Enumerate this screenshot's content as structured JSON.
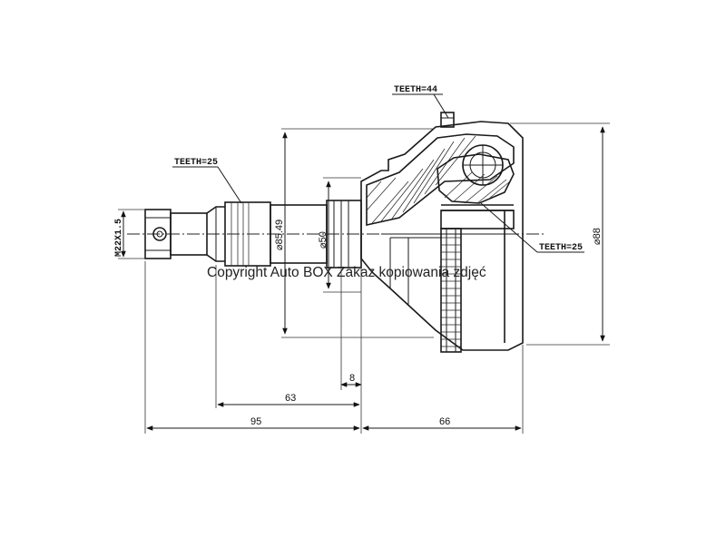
{
  "labels": {
    "teeth_top": "TEETH=44",
    "teeth_left": "TEETH=25",
    "teeth_right": "TEETH=25",
    "thread": "M22X1.5",
    "dia_85": "⌀85.49",
    "dia_50": "⌀50",
    "dia_88": "⌀88",
    "dim_8": "8",
    "dim_63": "63",
    "dim_95": "95",
    "dim_66": "66"
  },
  "watermark": "Copyright Auto BOX Zakaz kopiowania zdjęć"
}
